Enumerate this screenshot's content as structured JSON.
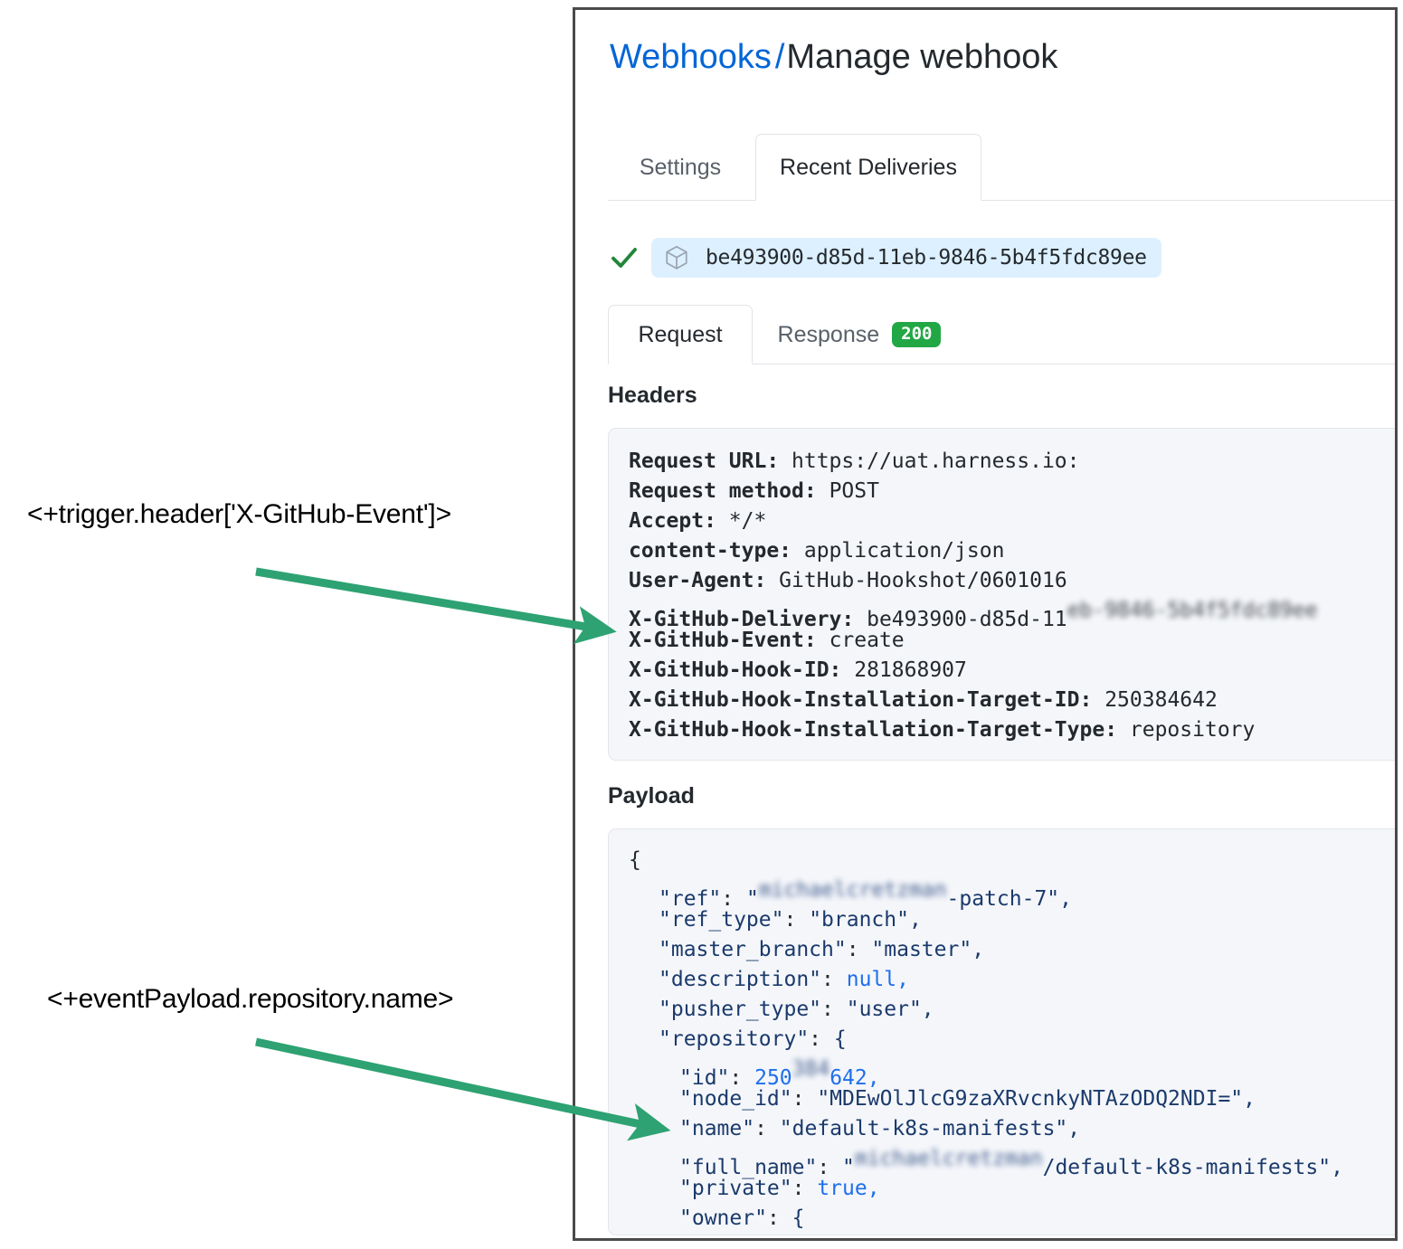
{
  "annotations": [
    {
      "id": "anno-1",
      "text": "<+trigger.header['X-GitHub-Event']>",
      "color": "#2ea272"
    },
    {
      "id": "anno-2",
      "text": "<+eventPayload.repository.name>",
      "color": "#2ea272"
    }
  ],
  "panel": {
    "breadcrumb": {
      "link": "Webhooks",
      "separator": "/",
      "current": "Manage webhook"
    },
    "top_tabs": [
      {
        "label": "Settings",
        "active": false
      },
      {
        "label": "Recent Deliveries",
        "active": true
      }
    ],
    "delivery": {
      "status_icon": "check-icon",
      "status_color": "#22863a",
      "package_icon": "cube-icon",
      "id": "be493900-d85d-11eb-9846-5b4f5fdc89ee",
      "badge_bg": "#ddf0ff"
    },
    "rr_tabs": [
      {
        "label": "Request",
        "active": true,
        "badge": null
      },
      {
        "label": "Response",
        "active": false,
        "badge": "200",
        "badge_color": "#22a745"
      }
    ],
    "headers": {
      "title": "Headers",
      "lines": [
        {
          "key": "Request URL:",
          "value": "https://uat.harness.io:"
        },
        {
          "key": "Request method:",
          "value": "POST"
        },
        {
          "key": "Accept:",
          "value": "*/*"
        },
        {
          "key": "content-type:",
          "value": "application/json"
        },
        {
          "key": "User-Agent:",
          "value": "GitHub-Hookshot/0601016"
        },
        {
          "key": "X-GitHub-Delivery:",
          "value": "be493900-d85d-11",
          "redacted": "eb-9846-5b4f5fdc89ee"
        },
        {
          "key": "X-GitHub-Event:",
          "value": "create"
        },
        {
          "key": "X-GitHub-Hook-ID:",
          "value": "281868907"
        },
        {
          "key": "X-GitHub-Hook-Installation-Target-ID:",
          "value": "250384642"
        },
        {
          "key": "X-GitHub-Hook-Installation-Target-Type:",
          "value": "repository"
        }
      ]
    },
    "payload": {
      "title": "Payload",
      "lines": [
        {
          "indent": 0,
          "text": "{"
        },
        {
          "indent": 1,
          "key": "\"ref\"",
          "value_prefix": "\"",
          "redacted": "michaelcretzman",
          "value_suffix": "-patch-7\",",
          "type": "string"
        },
        {
          "indent": 1,
          "key": "\"ref_type\"",
          "value": "\"branch\",",
          "type": "string"
        },
        {
          "indent": 1,
          "key": "\"master_branch\"",
          "value": "\"master\",",
          "type": "string"
        },
        {
          "indent": 1,
          "key": "\"description\"",
          "value": "null,",
          "type": "literal"
        },
        {
          "indent": 1,
          "key": "\"pusher_type\"",
          "value": "\"user\",",
          "type": "string"
        },
        {
          "indent": 1,
          "key": "\"repository\"",
          "value": "{",
          "type": "object"
        },
        {
          "indent": 2,
          "key": "\"id\"",
          "value_prefix": "250",
          "redacted": "384",
          "value_suffix": "642,",
          "type": "number"
        },
        {
          "indent": 2,
          "key": "\"node_id\"",
          "value": "\"MDEwOlJlcG9zaXRvcnkyNTAzODQ2NDI=\",",
          "type": "string"
        },
        {
          "indent": 2,
          "key": "\"name\"",
          "value": "\"default-k8s-manifests\",",
          "type": "string"
        },
        {
          "indent": 2,
          "key": "\"full_name\"",
          "value_prefix": "\"",
          "redacted": "michaelcretzman",
          "value_suffix": "/default-k8s-manifests\",",
          "type": "string"
        },
        {
          "indent": 2,
          "key": "\"private\"",
          "value": "true,",
          "type": "literal"
        },
        {
          "indent": 2,
          "key": "\"owner\"",
          "value": "{",
          "type": "object"
        }
      ]
    }
  }
}
